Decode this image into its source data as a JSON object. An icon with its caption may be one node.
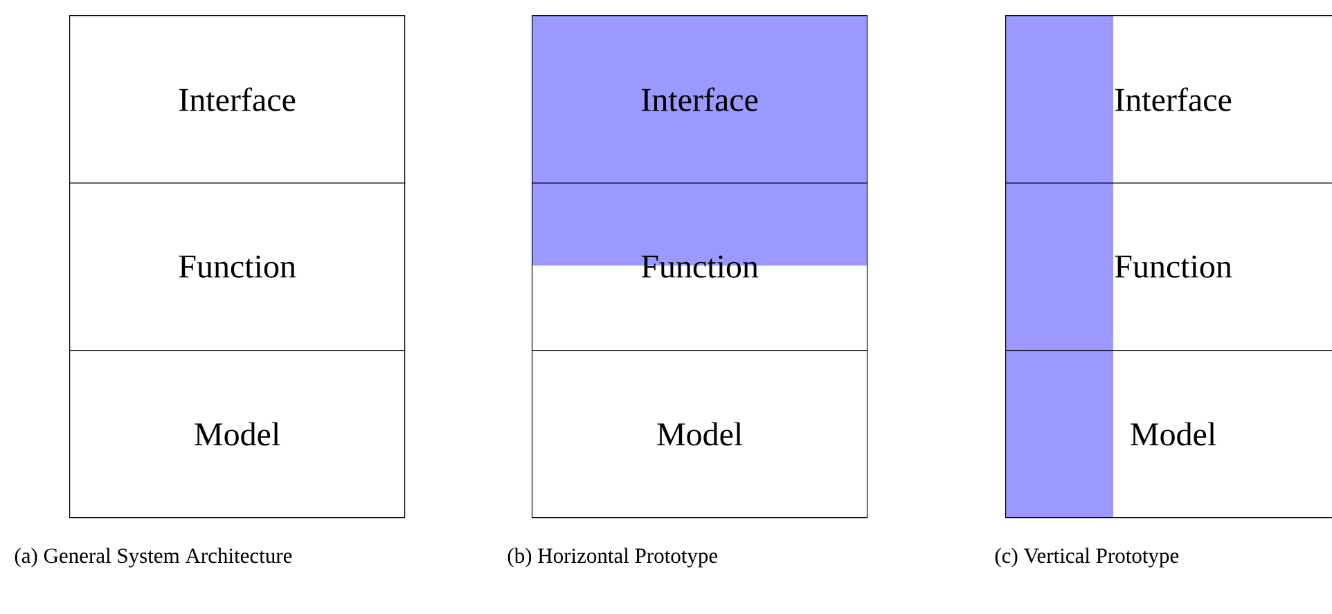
{
  "diagram": {
    "nodes": [
      {
        "text": [
          "Interface"
        ]
      },
      {
        "text": [
          "Function"
        ]
      },
      {
        "text": [
          "Model"
        ]
      },
      {
        "text": [
          "Interface"
        ]
      },
      {
        "text": [
          "Function"
        ]
      },
      {
        "text": [
          "Model"
        ]
      },
      {
        "text": [
          "Interface"
        ]
      },
      {
        "text": [
          "Function"
        ]
      },
      {
        "text": [
          "Model"
        ]
      }
    ],
    "labels": [
      "(a) General System Architecture",
      "(b) Horizontal Prototype",
      "(c) Vertical Prototype"
    ]
  }
}
